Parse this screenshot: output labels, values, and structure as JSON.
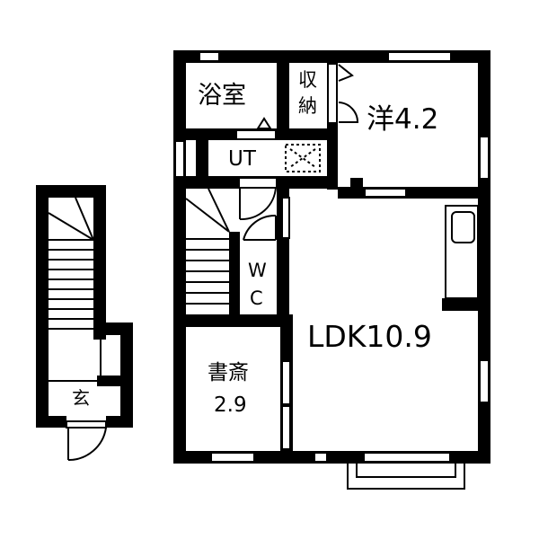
{
  "floor_plan": {
    "rooms": [
      {
        "id": "bath",
        "label": "浴室"
      },
      {
        "id": "storage",
        "label_line1": "収",
        "label_line2": "納"
      },
      {
        "id": "western_room",
        "label": "洋4.2"
      },
      {
        "id": "utility",
        "label": "UT"
      },
      {
        "id": "toilet",
        "label_line1": "W",
        "label_line2": "C"
      },
      {
        "id": "ldk",
        "label": "LDK10.9"
      },
      {
        "id": "study",
        "label_line1": "書斎",
        "label_line2": "2.9"
      },
      {
        "id": "entrance",
        "label": "玄"
      }
    ],
    "colors": {
      "wall": "#000000",
      "background": "#ffffff"
    }
  }
}
